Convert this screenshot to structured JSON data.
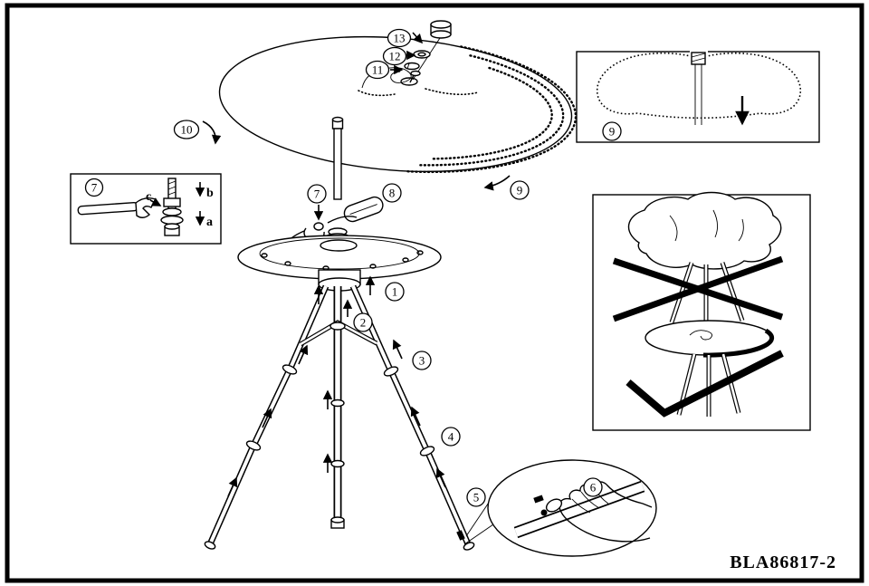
{
  "diagram": {
    "part_number": "BLA86817-2",
    "callouts": {
      "1": "1",
      "2": "2",
      "3": "3",
      "4": "4",
      "5": "5",
      "6": "6",
      "7": "7",
      "8": "8",
      "9": "9",
      "10": "10",
      "11": "11",
      "12": "12",
      "13": "13"
    },
    "labels": {
      "a": "a",
      "b": "b",
      "c": "c"
    },
    "colors": {
      "line": "#000000",
      "background": "#ffffff"
    }
  }
}
